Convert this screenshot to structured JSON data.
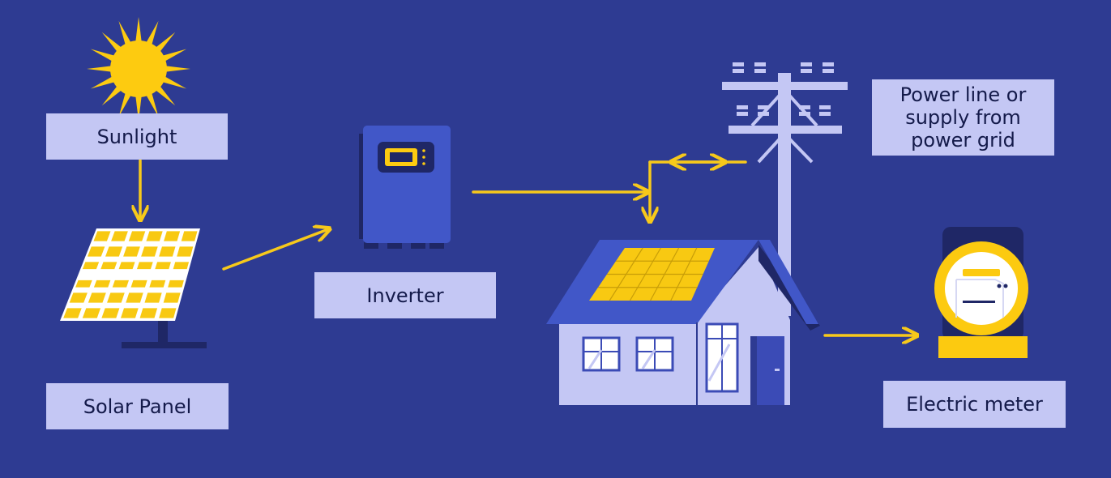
{
  "labels": {
    "sunlight": "Sunlight",
    "solar_panel": "Solar Panel",
    "inverter": "Inverter",
    "power_grid": "Power line or\nsupply from\npower grid",
    "electric_meter": "Electric meter"
  },
  "colors": {
    "background": "#2e3b92",
    "label_box": "#c4c7f4",
    "arrow": "#f7c91b",
    "sun": "#fdcb10",
    "panel_cell": "#f8c912",
    "house_wall": "#c4c7f4",
    "roof": "#4157c8",
    "inverter_body": "#4157c8",
    "pole": "#c4c7f4",
    "meter": "#fcca10"
  },
  "icons": [
    "sun-icon",
    "solar-panel-icon",
    "inverter-icon",
    "house-icon",
    "utility-pole-icon",
    "electric-meter-icon"
  ]
}
